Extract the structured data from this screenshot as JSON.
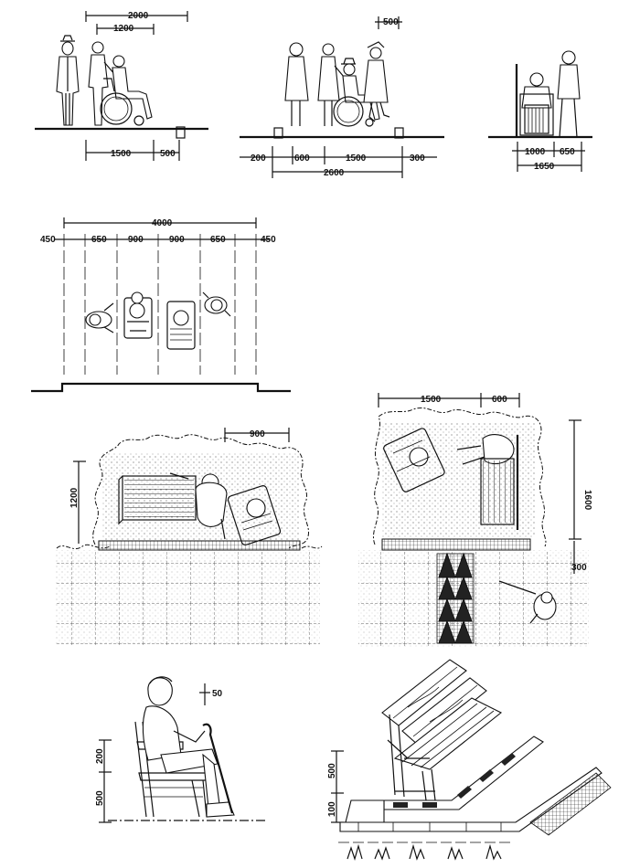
{
  "panel_a": {
    "dims": [
      "2000",
      "1200",
      "1500",
      "500"
    ]
  },
  "panel_b": {
    "dims": [
      "500",
      "200",
      "600",
      "1500",
      "300",
      "2600"
    ]
  },
  "panel_c": {
    "dims": [
      "1000",
      "650",
      "1650"
    ]
  },
  "panel_d": {
    "dims": [
      "4000",
      "450",
      "650",
      "900",
      "900",
      "650",
      "450"
    ]
  },
  "panel_e": {
    "dims": [
      "900",
      "1200"
    ]
  },
  "panel_f": {
    "dims": [
      "1500",
      "600",
      "1600",
      "300"
    ]
  },
  "panel_g": {
    "dims": [
      "50",
      "200",
      "500"
    ]
  },
  "panel_h": {
    "dims": [
      "500",
      "100"
    ]
  },
  "colors": {
    "ink": "#111111",
    "paper": "#ffffff"
  }
}
